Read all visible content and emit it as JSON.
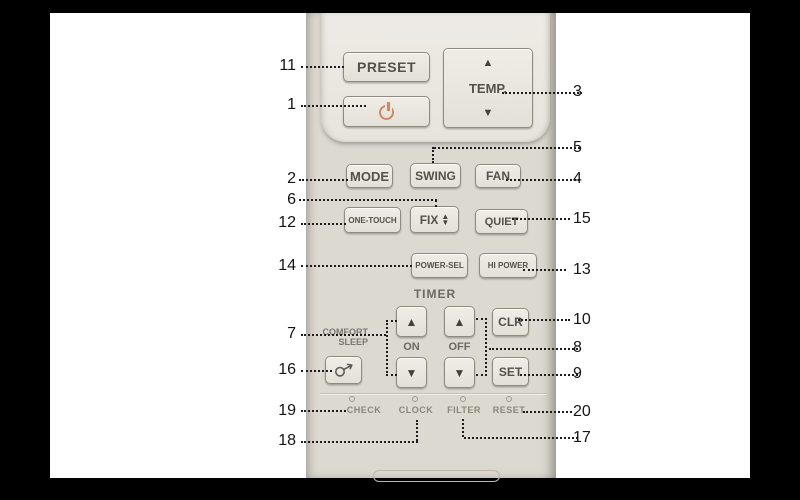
{
  "colors": {
    "backdrop": "#000000",
    "photo_background": "#ffffff",
    "remote_body": "#dcd9d1",
    "cover_panel": "#eae8e1",
    "button_fill": "#ebe8e0",
    "button_border": "#8f8b80",
    "button_text": "#555148",
    "panel_text": "#6e6a61",
    "power_icon": "#cd8a64",
    "leader_line": "#1c1c1c"
  },
  "remote": {
    "buttons": {
      "preset": "PRESET",
      "temp": "TEMP.",
      "mode": "MODE",
      "swing": "SWING",
      "fan": "FAN",
      "one_touch": "ONE-TOUCH",
      "fix": "FIX",
      "quiet": "QUIET",
      "power_sel": "POWER-SEL",
      "hi_power": "HI POWER",
      "clr": "CLR",
      "set": "SET"
    },
    "labels": {
      "timer": "TIMER",
      "on": "ON",
      "off": "OFF",
      "comfort_line1": "COMFORT",
      "comfort_line2": "SLEEP",
      "check": "CHECK",
      "clock": "CLOCK",
      "filter": "FILTER",
      "reset": "RESET"
    },
    "icons": {
      "up_arrow": "▲",
      "down_arrow": "▼"
    }
  },
  "callouts": {
    "n1": "1",
    "n2": "2",
    "n3": "3",
    "n4": "4",
    "n5": "5",
    "n6": "6",
    "n7": "7",
    "n8": "8",
    "n9": "9",
    "n10": "10",
    "n11": "11",
    "n12": "12",
    "n13": "13",
    "n14": "14",
    "n15": "15",
    "n16": "16",
    "n17": "17",
    "n18": "18",
    "n19": "19",
    "n20": "20"
  }
}
